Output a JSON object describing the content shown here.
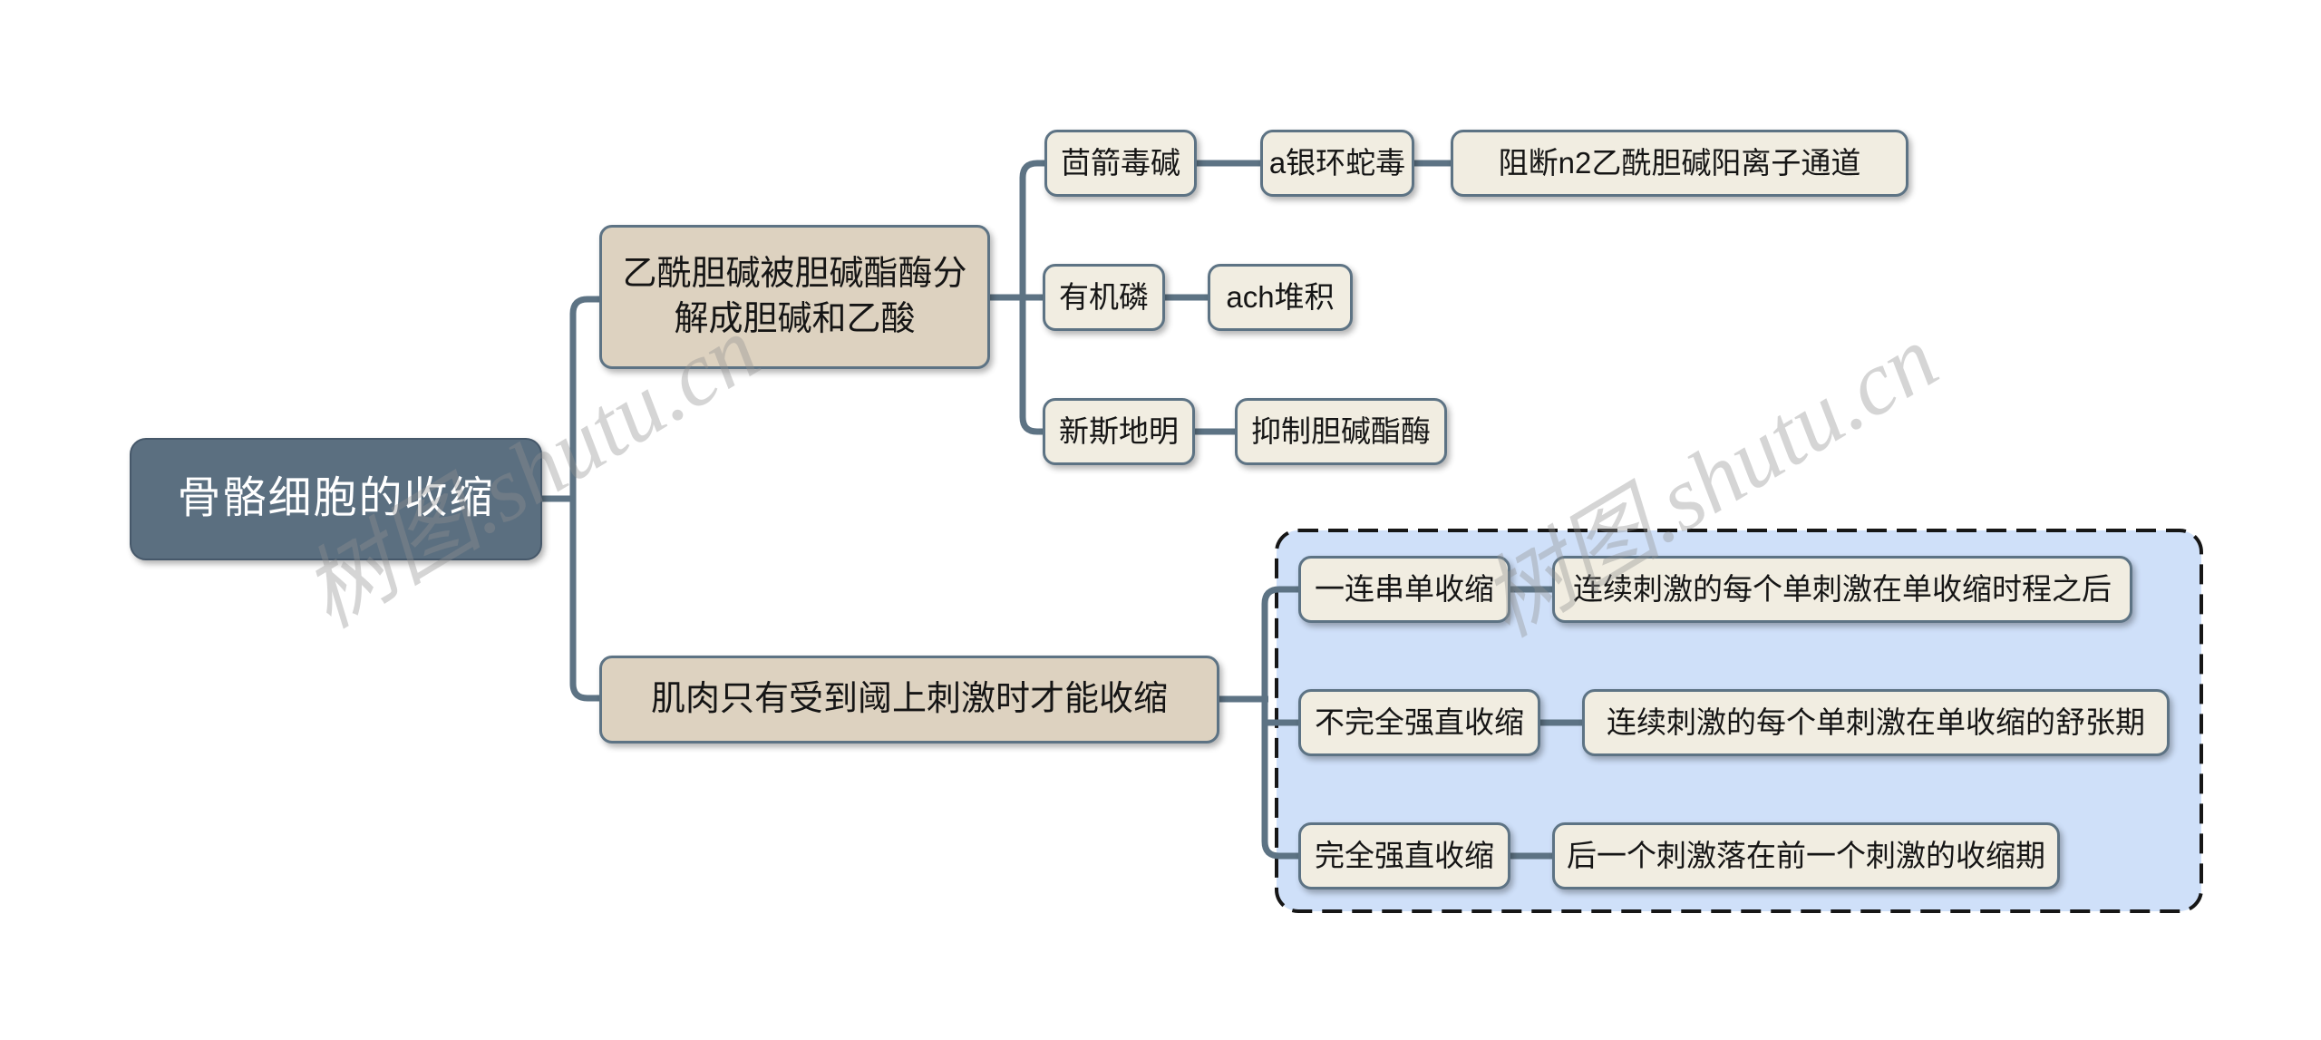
{
  "root": {
    "label": "骨骼细胞的收缩"
  },
  "branches": [
    {
      "label": "乙酰胆碱被胆碱酯酶分解成胆碱和乙酸",
      "children": [
        {
          "chain": [
            "茴箭毒碱",
            "a银环蛇毒",
            "阻断n2乙酰胆碱阳离子通道"
          ]
        },
        {
          "chain": [
            "有机磷",
            "ach堆积"
          ]
        },
        {
          "chain": [
            "新斯地明",
            "抑制胆碱酯酶"
          ]
        }
      ]
    },
    {
      "label": "肌肉只有受到阈上刺激时才能收缩",
      "children": [
        {
          "chain": [
            "一连串单收缩",
            "连续刺激的每个单刺激在单收缩时程之后"
          ]
        },
        {
          "chain": [
            "不完全强直收缩",
            "连续刺激的每个单刺激在单收缩的舒张期"
          ]
        },
        {
          "chain": [
            "完全强直收缩",
            "后一个刺激落在前一个刺激的收缩期"
          ]
        }
      ]
    }
  ],
  "watermark": {
    "text": "树图.shutu.cn"
  },
  "colors": {
    "root_fill": "#5b6f80",
    "root_border": "#46586a",
    "node_border": "#5d7384",
    "branch_fill": "#ddd2c0",
    "leaf_fill": "#f1ede1",
    "line": "#5d7384",
    "group_fill": "#cfe0f9",
    "group_border": "#161616"
  }
}
